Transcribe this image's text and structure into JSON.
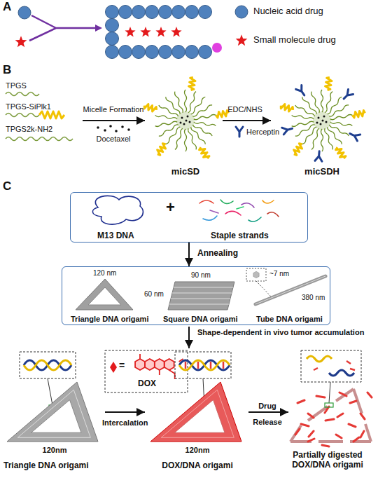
{
  "diagram": {
    "nodes": [
      {
        "text": [
          "M13 DNA",
          "+",
          "Staple strands"
        ]
      },
      {
        "text": [
          "Triangle DNA origami",
          "Square DNA origami",
          "Tube DNA origami",
          "120 nm",
          "60 nm",
          "90 nm",
          "~7 nm",
          "380 nm"
        ]
      }
    ],
    "edges": [
      {
        "from": 0,
        "to": 1,
        "arrow": "to",
        "label": "Annealing"
      }
    ],
    "labels": [
      "A",
      "B",
      "C",
      "TPGS",
      "TPGS-SiPlk1",
      "TPGS2k-NH2",
      "Micelle Formation",
      "Docetaxel",
      "micSD",
      "EDC/NHS",
      "Herceptin",
      "micSDH",
      "Shape-dependent in vivo tumor accumulation",
      "Triangle DNA origami",
      "120nm",
      "DOX",
      "=",
      "Intercalation",
      "120nm",
      "Drug",
      "Release",
      "DOX/DNA origami",
      "Partially digested DOX/DNA origami"
    ],
    "legend": [
      {
        "text": "Nucleic acid drug"
      },
      {
        "text": "Small molecule drug"
      }
    ]
  }
}
